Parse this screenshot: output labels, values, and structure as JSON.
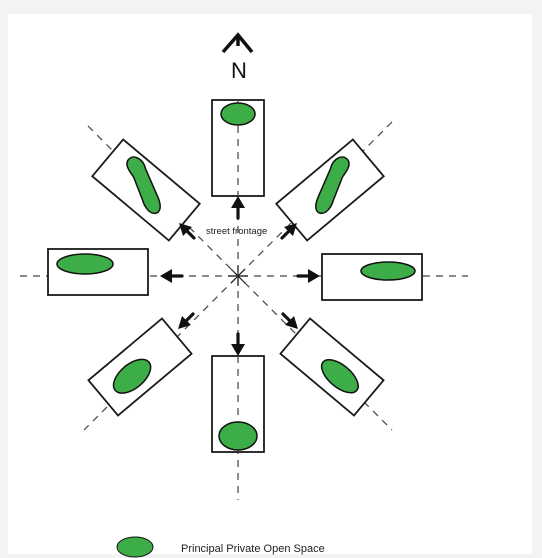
{
  "north_label": "N",
  "street_label": "street frontage",
  "legend": {
    "label": "Principal Private Open Space",
    "color": "#3dae47"
  },
  "colors": {
    "open_space": "#3dae47",
    "ink": "#111111",
    "background": "#f3f3f3"
  },
  "icons": {
    "north": "north-arrow-icon",
    "frontage": "arrow-icon"
  }
}
